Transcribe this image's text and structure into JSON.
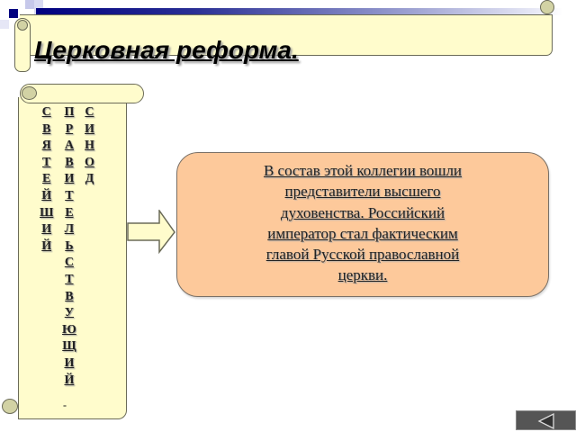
{
  "slide": {
    "title": "Церковная реформа.",
    "colors": {
      "scroll_fill": "#fffccc",
      "scroll_curl": "#d2d2a4",
      "scroll_border": "#6b6b58",
      "info_fill": "#fdc99b",
      "accent_navy": "#000080",
      "nav_button": "#555555"
    }
  },
  "vertical_scroll": {
    "columns": [
      {
        "word": "СВЯТЕЙШИЙ",
        "letters": [
          "С",
          "В",
          "Я",
          "Т",
          "Е",
          "Й",
          "Ш",
          "И",
          "Й"
        ]
      },
      {
        "word": "ПРАВИТЕЛЬСТВУЮЩИЙ",
        "letters": [
          "П",
          "Р",
          "А",
          "В",
          "И",
          "Т",
          "Е",
          "Л",
          "Ь",
          "С",
          "Т",
          "В",
          "У",
          "Ю",
          "Щ",
          "И",
          "Й"
        ]
      },
      {
        "word": "СИНОД",
        "letters": [
          "С",
          "И",
          "Н",
          "О",
          "Д"
        ]
      }
    ],
    "trailing_mark": "-"
  },
  "info_box": {
    "lines": [
      "В состав этой коллегии вошли",
      "представители высшего",
      "духовенства. Российский",
      "император стал фактическим",
      "главой Русской православной",
      "церкви."
    ]
  },
  "navigation": {
    "back_button": {
      "icon": "triangle-left-icon",
      "label": "◁"
    }
  }
}
